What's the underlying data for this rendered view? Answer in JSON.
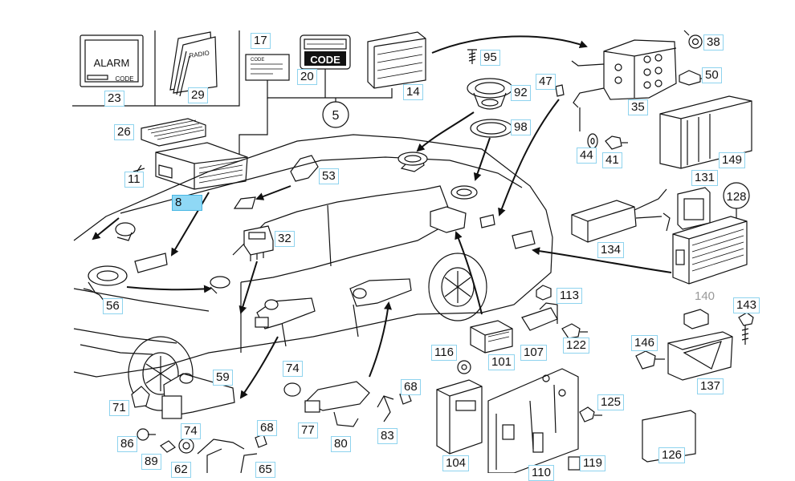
{
  "diagram": {
    "inset_text": {
      "alarm": "ALARM",
      "alarm_code": "CODE",
      "radio": "RADIO",
      "code_card": "CODE",
      "code_display": "CODE"
    },
    "circle_labels": {
      "c5": "5",
      "c128": "128"
    },
    "callouts": {
      "l17": "17",
      "l20": "20",
      "l14": "14",
      "l23": "23",
      "l29": "29",
      "l95": "95",
      "l92": "92",
      "l47": "47",
      "l98": "98",
      "l38": "38",
      "l50": "50",
      "l35": "35",
      "l44": "44",
      "l41": "41",
      "l149": "149",
      "l26": "26",
      "l11": "11",
      "l8": "8",
      "l53": "53",
      "l32": "32",
      "l131": "131",
      "l134": "134",
      "l56": "56",
      "l113": "113",
      "l140": "140",
      "l143": "143",
      "l122": "122",
      "l107": "107",
      "l101": "101",
      "l116": "116",
      "l146": "146",
      "l137": "137",
      "l74a": "74",
      "l59": "59",
      "l71": "71",
      "l68a": "68",
      "l77": "77",
      "l80": "80",
      "l83": "83",
      "l125": "125",
      "l86": "86",
      "l74b": "74",
      "l68b": "68",
      "l89": "89",
      "l62": "62",
      "l65": "65",
      "l104": "104",
      "l119": "119",
      "l110": "110",
      "l126": "126"
    }
  }
}
